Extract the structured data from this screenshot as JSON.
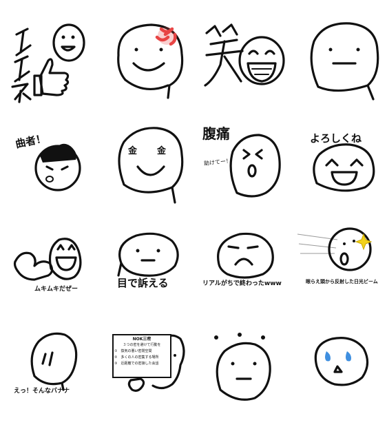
{
  "stickers": [
    {
      "caption": ""
    },
    {
      "caption": ""
    },
    {
      "caption": ""
    },
    {
      "caption": ""
    },
    {
      "caption": "曲者！"
    },
    {
      "caption": "",
      "eye_left": "金",
      "eye_right": "金"
    },
    {
      "caption": "腹痛",
      "subcaption": "助けてー！"
    },
    {
      "caption": "よろしくね"
    },
    {
      "caption": "ムキムキだぜー"
    },
    {
      "caption": "目で訴える"
    },
    {
      "caption": "リアルがちで終わったwww"
    },
    {
      "caption": "眼らえ頭から反射した日光ビーム"
    },
    {
      "caption": "えっ！そんなバナナ"
    },
    {
      "caption": "",
      "sign": {
        "title": "NOK三密",
        "subtitle": "３つの密を避けて行動を",
        "items": [
          "①　換気の悪い密閉空間",
          "②　多くの人の密集する場所",
          "③　近距離での密接した会話"
        ]
      }
    },
    {
      "caption": ""
    },
    {
      "caption": ""
    }
  ],
  "colors": {
    "ink": "#111111",
    "anger": "#e84545",
    "tear": "#3f8fe0",
    "sparkle": "#f2d21a"
  },
  "icons": [
    "thumbs-up-icon",
    "anger-mark-icon",
    "tear-icon",
    "sparkle-icon",
    "ninja-mask-icon",
    "sign-board-icon"
  ]
}
